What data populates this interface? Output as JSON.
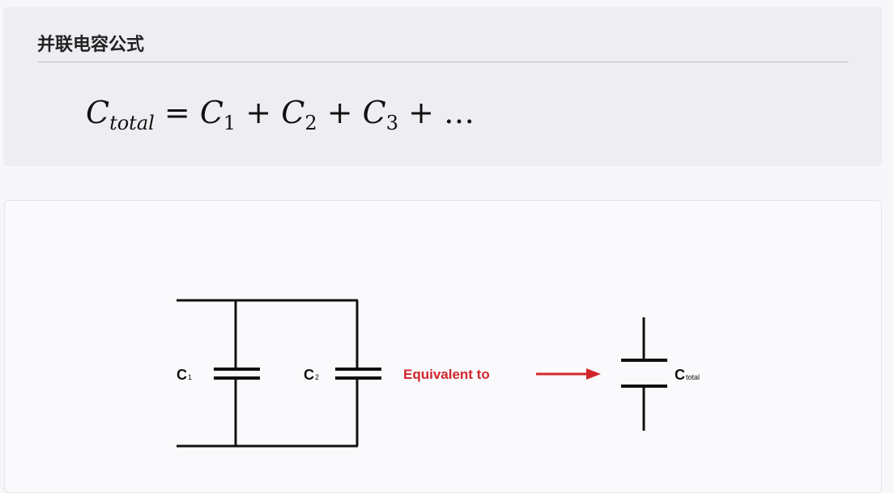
{
  "header": {
    "title": "并联电容公式"
  },
  "formula": {
    "lhs": "C",
    "lhs_sub": "total",
    "equals": "=",
    "terms": [
      {
        "sym": "C",
        "sub": "1"
      },
      {
        "sym": "C",
        "sub": "2"
      },
      {
        "sym": "C",
        "sub": "3"
      }
    ],
    "plus": "+",
    "ellipsis": "…"
  },
  "diagram": {
    "c1": {
      "sym": "C",
      "sub": "1"
    },
    "c2": {
      "sym": "C",
      "sub": "2"
    },
    "equivalent_label": "Equivalent to",
    "ctotal": {
      "sym": "C",
      "sub": "total"
    },
    "arrow_color": "#d0262b"
  }
}
